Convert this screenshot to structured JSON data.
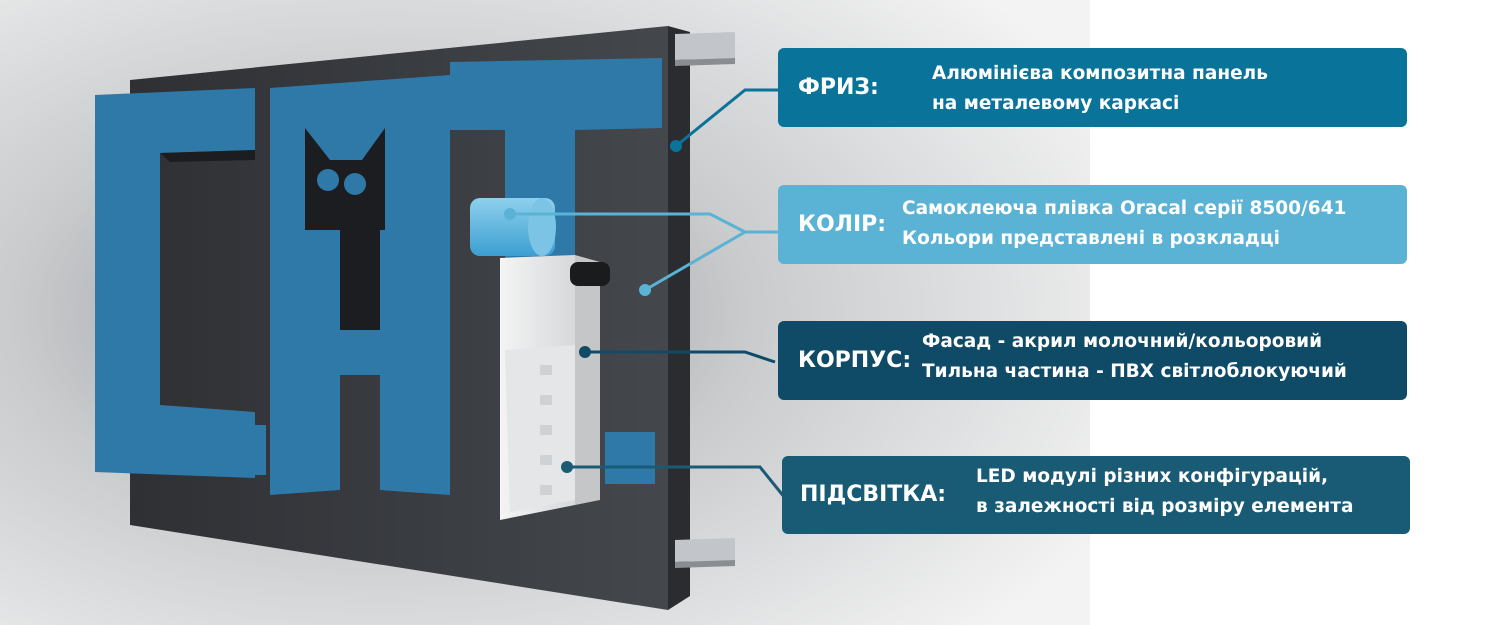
{
  "colors": {
    "friz": "#0a7399",
    "kolir": "#5ab2d4",
    "korpus": "#0f4a66",
    "pidsvitka": "#195a74",
    "letters": "#2f79a8",
    "panel": "#3a3d42"
  },
  "sign": {
    "letters": [
      "C",
      ".",
      "A",
      ".",
      "T",
      "."
    ]
  },
  "labels": {
    "friz": {
      "key": "ФРИЗ:",
      "line1": "Алюмінієва композитна панель",
      "line2": "на металевому каркасі"
    },
    "kolir": {
      "key": "КОЛІР:",
      "line1": "Самоклеюча плівка Oracal серії 8500/641",
      "line2": "Кольори представлені в розкладці"
    },
    "korpus": {
      "key": "КОРПУС:",
      "line1": "Фасад - акрил молочний/кольоровий",
      "line2": "Тильна частина - ПВХ світлоблокуючий"
    },
    "pidsvitka": {
      "key": "ПІДСВІТКА:",
      "line1": "LED модулі різних конфігурацій,",
      "line2": "в залежності від розміру елемента"
    }
  }
}
